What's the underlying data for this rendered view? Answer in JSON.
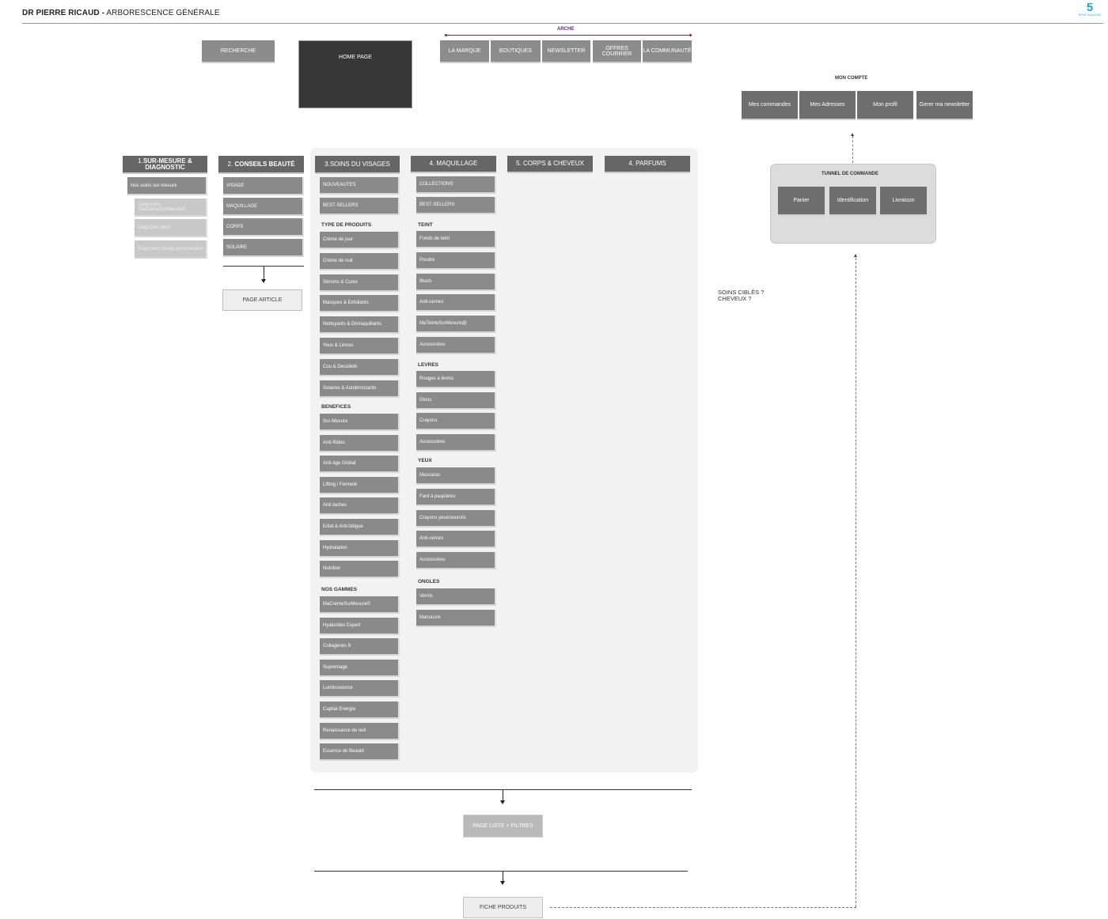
{
  "header": {
    "title_bold": "DR PIERRE RICAUD -",
    "title_rest": " ARBORESCENCE GÉNÉRALE",
    "logo_number": "5",
    "logo_text": "RIVE GAUCHE"
  },
  "top_nav": {
    "recherche": "RECHERCHE",
    "home_page": "HOME PAGE",
    "arche_label": "ARCHE",
    "arche_items": [
      "LA MARQUE",
      "BOUTIQUES",
      "NEWSLETTER",
      "OFFRES COURRIER",
      "LA COMMUNAUTÉ"
    ]
  },
  "mon_compte": {
    "title": "MON COMPTE",
    "items": [
      "Mes commandes",
      "Mes Adresses",
      "Mon profil",
      "Gerer ma newsletter"
    ]
  },
  "tunnel": {
    "title": "TUNNEL DE COMMANDE",
    "items": [
      "Panier",
      "Identification",
      "Livraison"
    ]
  },
  "note": "SOINS CIBLÉS ?\nCHEVEUX ?",
  "categories": {
    "sur_mesure": {
      "prefix": "1.",
      "title": "SUR-MESURE & DIAGNOSTIC",
      "item": "Nos soins sur-mesure",
      "sub_items": [
        "Diagnostic MaCrèmeSurMesure©",
        "Diagnostic  teint",
        "Diagnostic visage personnalisé"
      ]
    },
    "conseils": {
      "prefix": "2.",
      "title": "CONSEILS BEAUTÉ",
      "items": [
        "VISAGE",
        "MAQUILLAGE",
        "CORPS",
        "SOLAIRE"
      ],
      "target": "PAGE ARTICLE"
    },
    "soins": {
      "title": "3.SOINS DU VISAGES",
      "top_items": [
        "NOUVEAUTES",
        "BEST-SELLERS"
      ],
      "sections": [
        {
          "title": "TYPE DE PRODUITS",
          "items": [
            "Crème de jour",
            "Crème de nuit",
            "Sérums & Cures",
            "Masques & Exfoliants",
            "Nettoyants & Démaquillants",
            "Yeux & Lèvres",
            "Cou & Decolleté",
            "Solaires & Autobronzants"
          ]
        },
        {
          "title": "BENEFICES",
          "items": [
            "Sur-Mesure",
            "Anti-Rides",
            "Anti-âge Global",
            "Lifting / Fermeté",
            "Anti-taches",
            "Eclat & Anti-fatigue",
            "Hydratation",
            "Nutrition"
          ]
        },
        {
          "title": "NOS GAMMES",
          "items": [
            "MaCrèmeSurMesure©",
            "Hyalurides Expert",
            "Collagènes 9",
            "Supremage",
            "Luminosource",
            "Capital Energie",
            "Renaissance de nuit",
            "Essence de Beauté"
          ]
        }
      ]
    },
    "maquillage": {
      "title": "4. MAQUILLAGE",
      "top_items": [
        "COLLECTIONS",
        "BEST-SELLERS"
      ],
      "sections": [
        {
          "title": "TEINT",
          "items": [
            "Fonds de teint",
            "Poudre",
            "Blush",
            "Anti-cernes",
            "MaTeinteSurMesure@",
            "Accessoires"
          ]
        },
        {
          "title": "LEVRES",
          "items": [
            "Rouges à lèvres",
            "Gloss",
            "Crayons",
            "Accessoires"
          ]
        },
        {
          "title": "YEUX",
          "items": [
            "Mascaras",
            "Fard à paupières",
            "Crayons yeux/sourcils",
            "Anti-cernes",
            "Accessoires"
          ]
        },
        {
          "title": "ONGLES",
          "items": [
            "Vernis",
            "Manucure"
          ]
        }
      ]
    },
    "corps": {
      "title": "5. CORPS & CHEVEUX"
    },
    "parfums": {
      "title": "4. PARFUMS"
    }
  },
  "flow": {
    "page_liste": "PAGE LISTE + FILTRES",
    "fiche_produits": "FICHE PRODUITS"
  }
}
